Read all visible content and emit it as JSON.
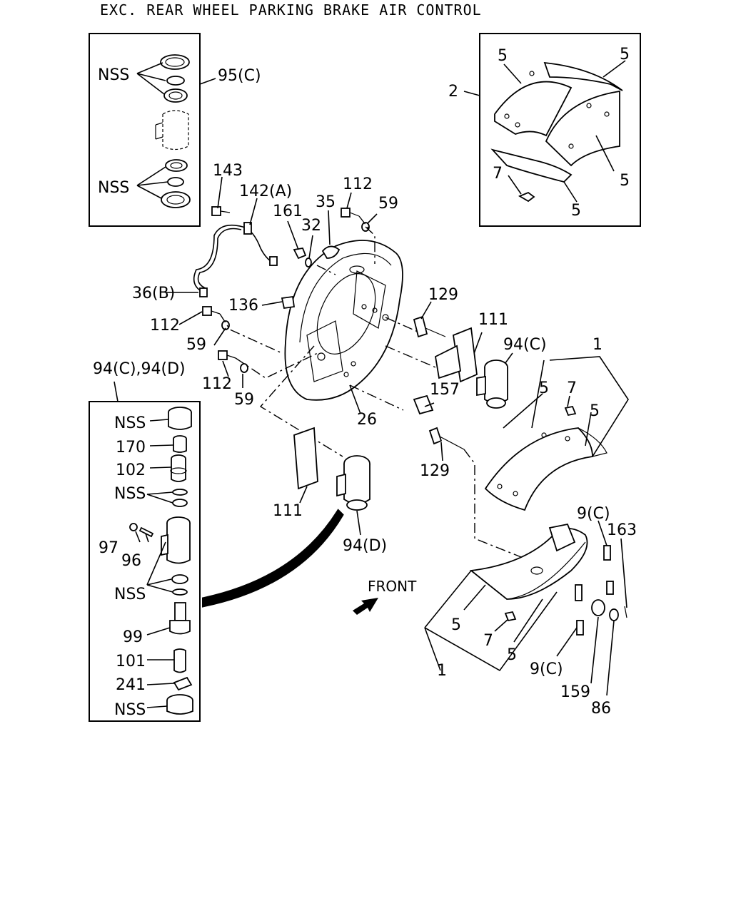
{
  "title": "EXC. REAR WHEEL PARKING BRAKE AIR CONTROL",
  "labels": {
    "nss_a": "NSS",
    "nss_b": "NSS",
    "l95c": "95(C)",
    "l5a": "5",
    "l5b": "5",
    "l2": "2",
    "l7a": "7",
    "l5c": "5",
    "l5d": "5",
    "l143": "143",
    "l142a": "142(A)",
    "l112a": "112",
    "l59a": "59",
    "l35": "35",
    "l161": "161",
    "l32": "32",
    "l36b": "36(B)",
    "l136": "136",
    "l129a": "129",
    "l111a": "111",
    "l112b": "112",
    "l59b": "59",
    "l94c": "94(C)",
    "l1a": "1",
    "l112c": "112",
    "l59c": "59",
    "l157": "157",
    "l26": "26",
    "l5e": "5",
    "l7b": "7",
    "l5f": "5",
    "l129b": "129",
    "l9ca": "9(C)",
    "l163": "163",
    "l111b": "111",
    "l94d": "94(D)",
    "front": "FRONT",
    "l94cd": "94(C),94(D)",
    "nss_c": "NSS",
    "l170": "170",
    "l102": "102",
    "nss_d": "NSS",
    "l97": "97",
    "l96": "96",
    "nss_e": "NSS",
    "l99": "99",
    "l101": "101",
    "l241": "241",
    "nss_f": "NSS",
    "l5g": "5",
    "l7c": "7",
    "l5h": "5",
    "l1b": "1",
    "l9cb": "9(C)",
    "l159": "159",
    "l86": "86"
  }
}
